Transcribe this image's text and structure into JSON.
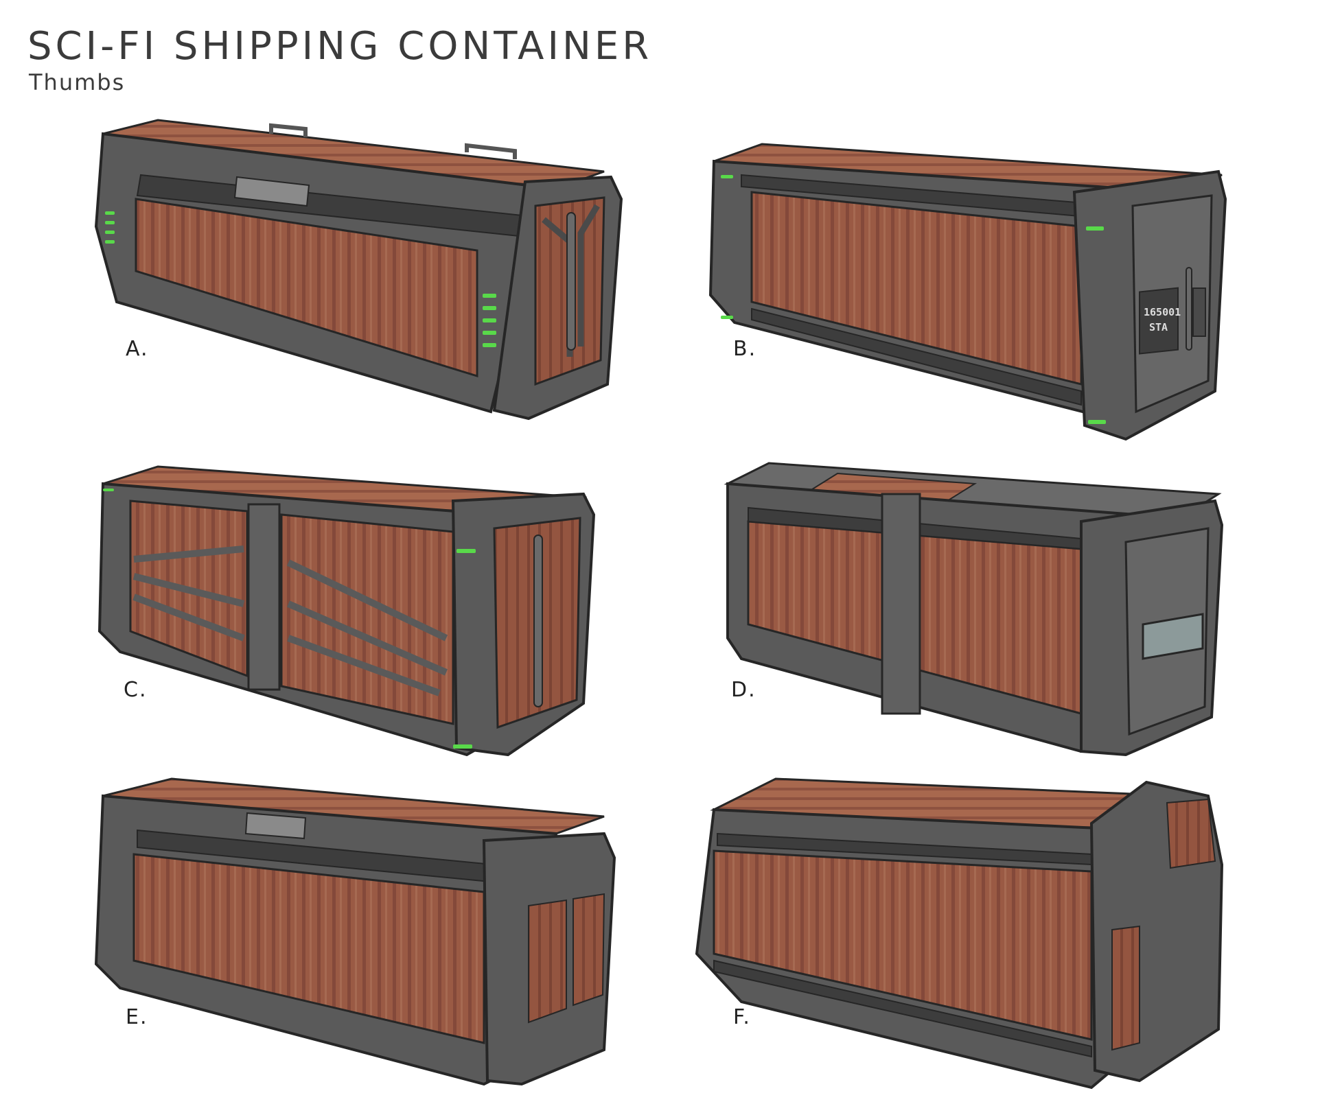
{
  "header": {
    "title": "SCI-FI SHIPPING CONTAINER",
    "subtitle": "Thumbs"
  },
  "thumbnails": [
    {
      "label": "A."
    },
    {
      "label": "B.",
      "stamp_line1": "165001",
      "stamp_line2": "STA"
    },
    {
      "label": "C."
    },
    {
      "label": "D."
    },
    {
      "label": "E."
    },
    {
      "label": "F."
    }
  ],
  "colors": {
    "frame": "#5a5a5a",
    "frame_dark": "#3a3a3a",
    "frame_light": "#7a7a7a",
    "panel": "#9a5a44",
    "panel_top": "#a8684e",
    "ribs": "#7f4634",
    "light": "#59d94a",
    "window": "#8c9a9a",
    "outline": "#262626"
  }
}
